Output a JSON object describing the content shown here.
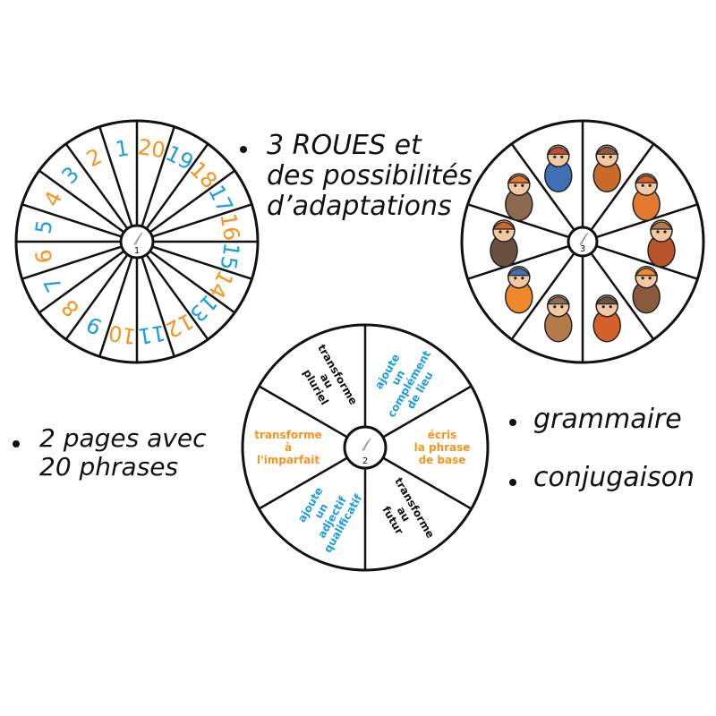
{
  "colors": {
    "orange": "#f7941d",
    "blue": "#1b9ee0",
    "black": "#111111"
  },
  "wheel1": {
    "id_label": "1",
    "numbers": [
      "1",
      "2",
      "3",
      "4",
      "5",
      "6",
      "7",
      "8",
      "9",
      "10",
      "11",
      "12",
      "13",
      "14",
      "15",
      "16",
      "17",
      "18",
      "19",
      "20"
    ]
  },
  "wheel2": {
    "id_label": "2",
    "segments": [
      {
        "lines": [
          "ajoute",
          "un",
          "complément",
          "de lieu"
        ],
        "color": "blue"
      },
      {
        "lines": [
          "écris",
          "la phrase",
          "de base"
        ],
        "color": "orange"
      },
      {
        "lines": [
          "transforme",
          "au",
          "futur"
        ],
        "color": "black"
      },
      {
        "lines": [
          "ajoute",
          "un",
          "adjectif",
          "qualificatif"
        ],
        "color": "blue"
      },
      {
        "lines": [
          "transforme",
          "à",
          "l'imparfait"
        ],
        "color": "orange"
      },
      {
        "lines": [
          "transforme",
          "au",
          "pluriel"
        ],
        "color": "black"
      }
    ]
  },
  "wheel3": {
    "id_label": "3",
    "pictures": [
      "children-icon",
      "fox-girl-icon",
      "squirrel-girl-icon",
      "deer-icon",
      "girl-coat-icon",
      "snail-icon",
      "fox-icon",
      "spider-icon",
      "owl-icon",
      "boy-icon"
    ]
  },
  "bullets": {
    "b1_line1": "3 ROUES et",
    "b1_line2": "des possibilités",
    "b1_line3": "d’adaptations",
    "b2_line1": "2 pages avec",
    "b2_line2": "20 phrases",
    "b3": "grammaire",
    "b4": "conjugaison"
  }
}
